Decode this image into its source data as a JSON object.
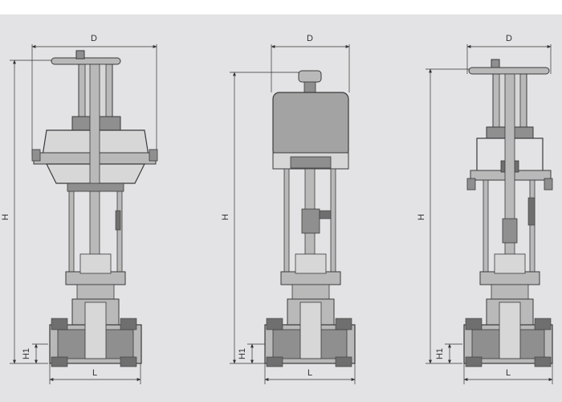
{
  "colors": {
    "background": "#e3e3e5",
    "line": "#3a3a3a",
    "metal_light": "#d7d7d7",
    "metal_mid": "#b9b9b9",
    "metal_dark": "#8f8f8f",
    "actuator_body": "#a3a3a3",
    "section_dark": "#6f6f6f"
  },
  "views": [
    {
      "id": "pneumatic",
      "labels": {
        "width": "D",
        "height": "H",
        "base_height": "H1",
        "length": "L"
      }
    },
    {
      "id": "electric",
      "labels": {
        "width": "D",
        "height": "H",
        "base_height": "H1",
        "length": "L"
      }
    },
    {
      "id": "handwheel",
      "labels": {
        "width": "D",
        "height": "H",
        "base_height": "H1",
        "length": "L"
      }
    }
  ]
}
